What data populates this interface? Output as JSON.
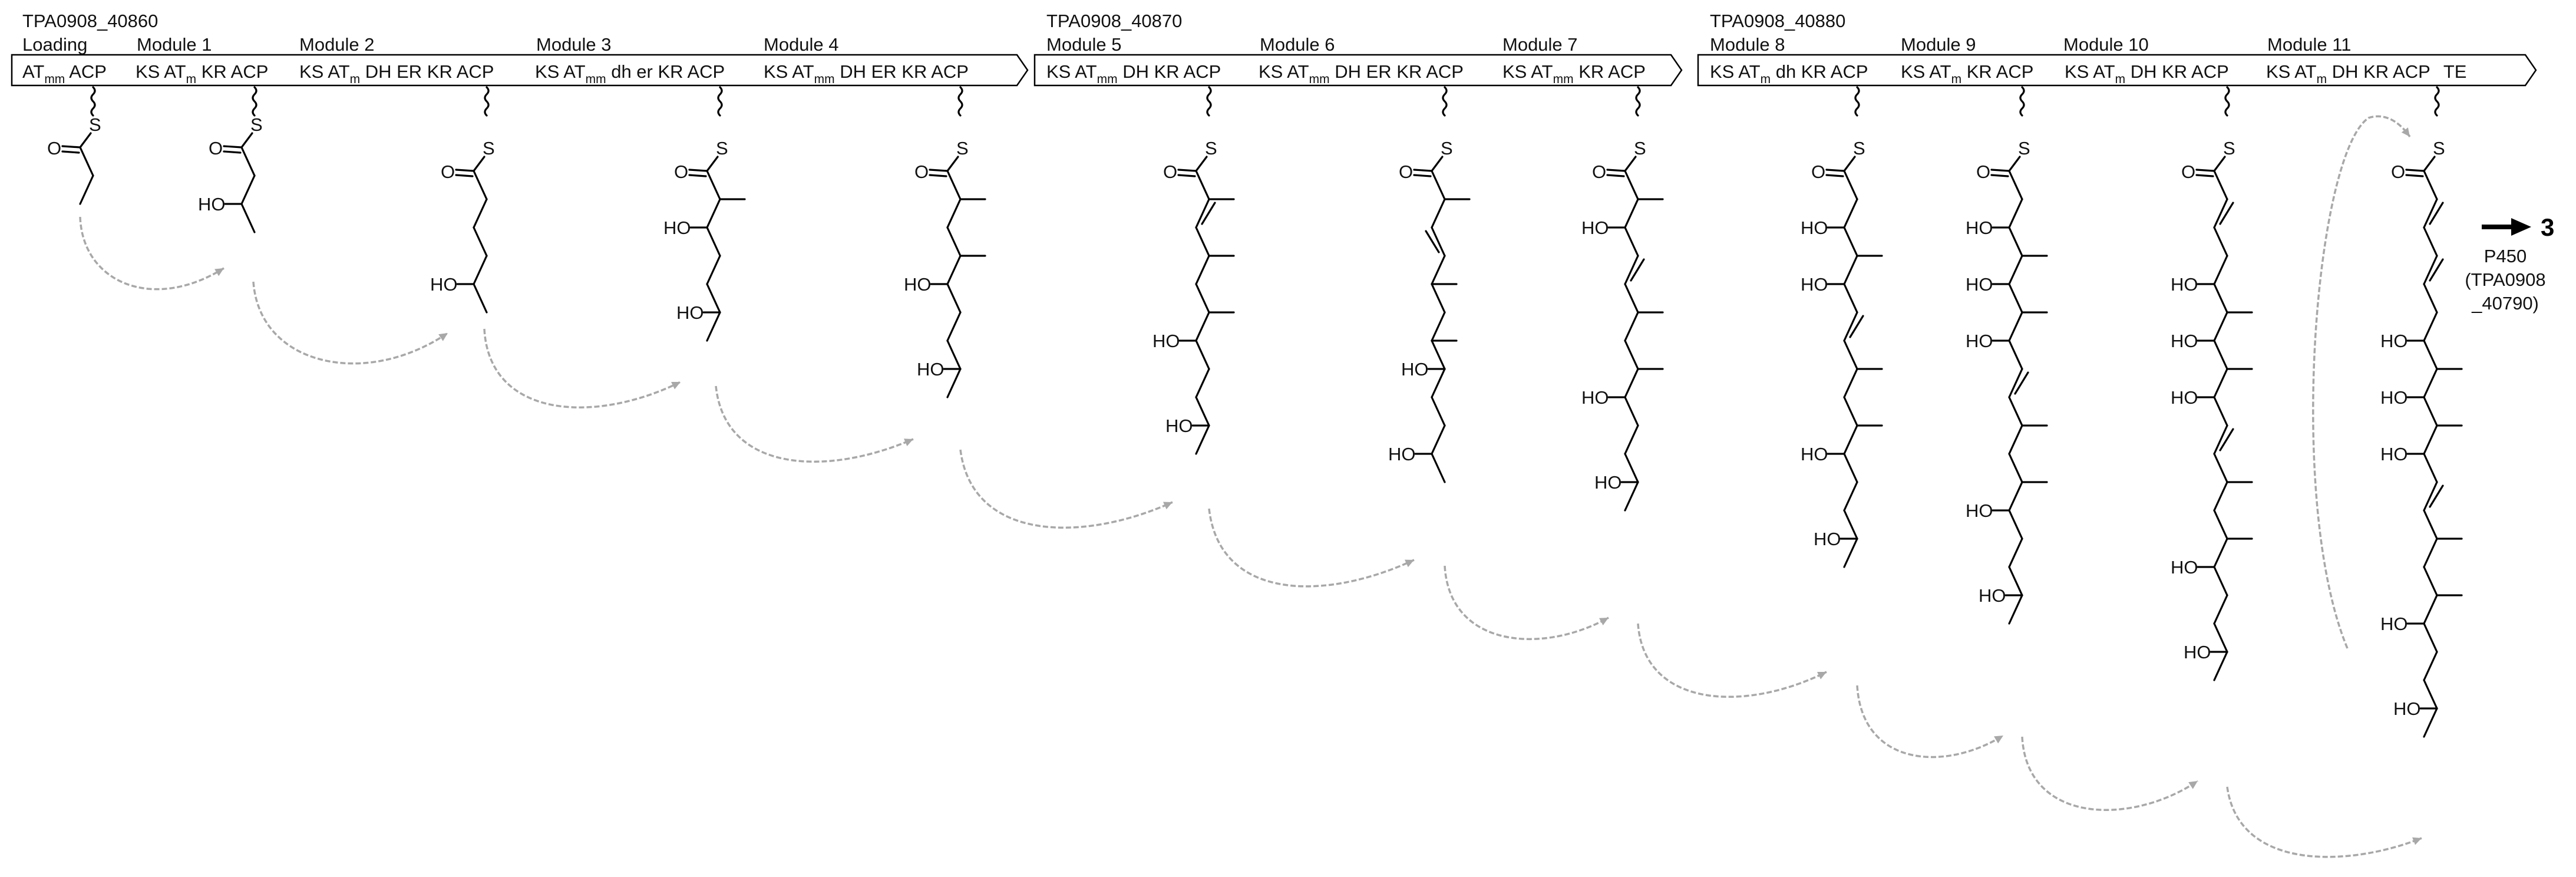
{
  "genes": [
    {
      "name": "TPA0908_40860",
      "modules": [
        "Loading",
        "Module 1",
        "Module 2",
        "Module 3",
        "Module 4"
      ]
    },
    {
      "name": "TPA0908_40870",
      "modules": [
        "Module 5",
        "Module 6",
        "Module 7"
      ]
    },
    {
      "name": "TPA0908_40880",
      "modules": [
        "Module 8",
        "Module 9",
        "Module 10",
        "Module 11"
      ]
    }
  ],
  "domains": {
    "loading": {
      "at": "AT",
      "at_sub": "mm",
      "rest": "ACP"
    },
    "m1": {
      "pre": "KS AT",
      "sub": "m",
      "rest": "KR ACP"
    },
    "m2": {
      "pre": "KS AT",
      "sub": "m",
      "rest": "DH ER KR ACP"
    },
    "m3": {
      "pre": "KS AT",
      "sub": "mm",
      "rest": "dh er KR ACP"
    },
    "m4": {
      "pre": "KS AT",
      "sub": "mm",
      "rest": "DH ER KR ACP"
    },
    "m5": {
      "pre": "KS AT",
      "sub": "mm",
      "rest": "DH KR ACP"
    },
    "m6": {
      "pre": "KS AT",
      "sub": "mm",
      "rest": "DH ER KR ACP"
    },
    "m7": {
      "pre": "KS AT",
      "sub": "mm",
      "rest": "KR ACP"
    },
    "m8": {
      "pre": "KS AT",
      "sub": "m",
      "rest": "dh KR ACP"
    },
    "m9": {
      "pre": "KS AT",
      "sub": "m",
      "rest": "KR ACP"
    },
    "m10": {
      "pre": "KS AT",
      "sub": "m",
      "rest": "DH KR ACP"
    },
    "m11": {
      "pre": "KS AT",
      "sub": "m",
      "rest": "DH KR ACP",
      "te": "TE"
    }
  },
  "atoms": {
    "sulfur": "S",
    "oxygen": "O",
    "hydroxyl": "HO"
  },
  "product": {
    "enzyme": "P450",
    "gene_line1": "(TPA0908",
    "gene_line2": "_40790)",
    "compound": "3"
  },
  "colors": {
    "structure": "#000000",
    "transfer_arrow": "#a8a8a8"
  }
}
